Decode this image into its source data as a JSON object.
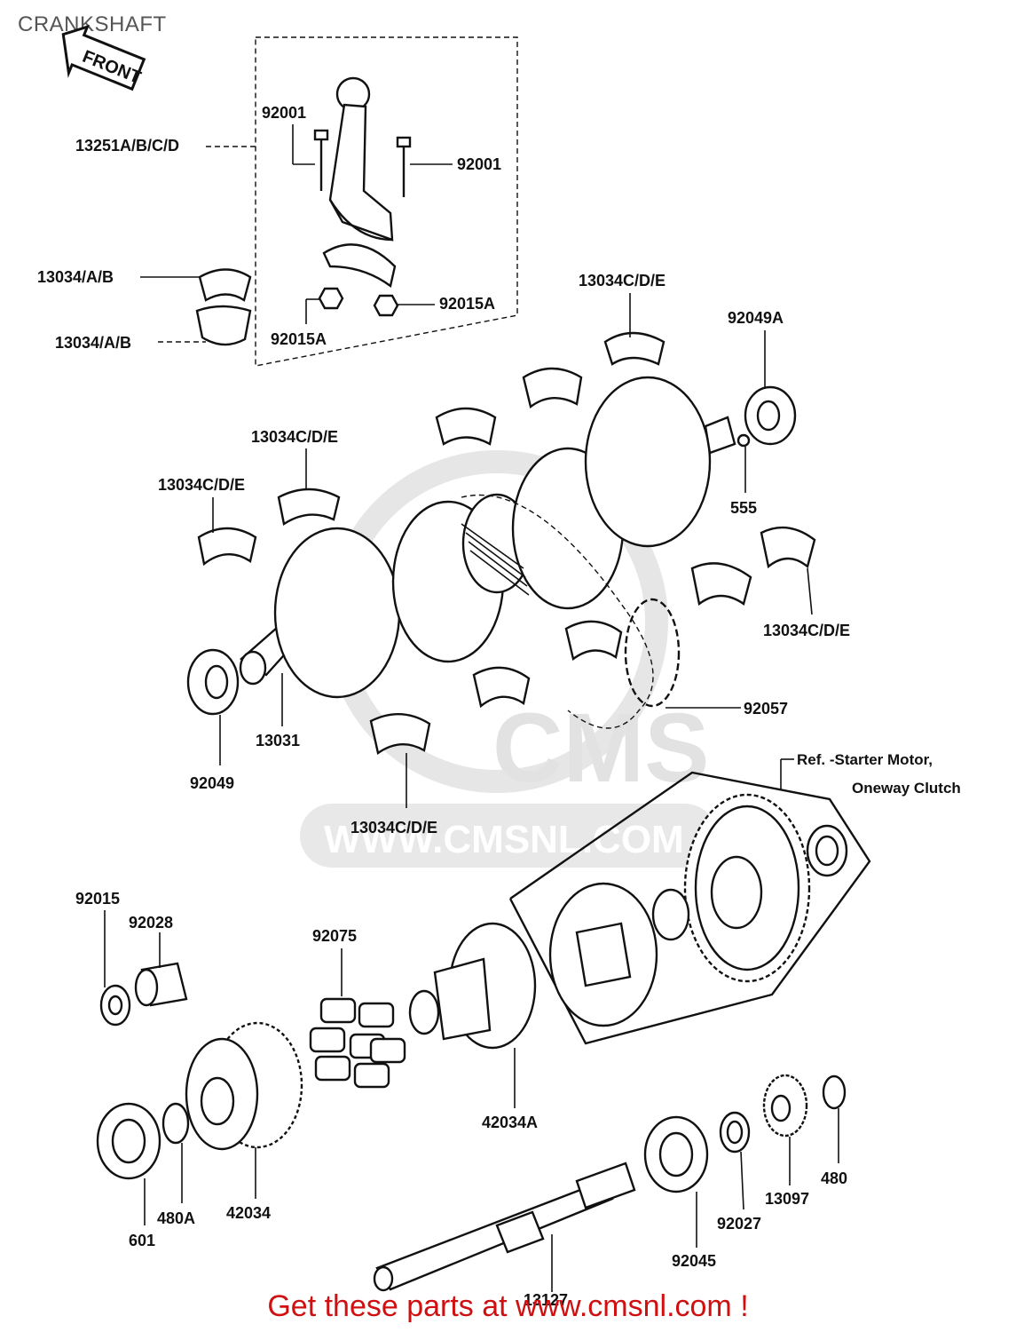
{
  "title": "CRANKSHAFT",
  "front_badge": "FRONT",
  "watermark": {
    "logo": "CMS",
    "site": "WWW.CMSNL.COM"
  },
  "footer_text": "Get these parts at www.cmsnl.com !",
  "labels": {
    "l_13251": "13251A/B/C/D",
    "l_92001_a": "92001",
    "l_92001_b": "92001",
    "l_13034ab_1": "13034/A/B",
    "l_13034ab_2": "13034/A/B",
    "l_92015a_1": "92015A",
    "l_92015a_2": "92015A",
    "l_13034cde_top": "13034C/D/E",
    "l_92049a": "92049A",
    "l_13034cde_mid": "13034C/D/E",
    "l_13034cde_left": "13034C/D/E",
    "l_555": "555",
    "l_13034cde_right": "13034C/D/E",
    "l_92057": "92057",
    "l_13031": "13031",
    "l_92049": "92049",
    "l_13034cde_bottom": "13034C/D/E",
    "l_ref_1": "Ref.  -Starter Motor,",
    "l_ref_2": "Oneway Clutch",
    "l_92015": "92015",
    "l_92028": "92028",
    "l_92075": "92075",
    "l_42034a": "42034A",
    "l_480": "480",
    "l_13097": "13097",
    "l_92027": "92027",
    "l_480a": "480A",
    "l_42034": "42034",
    "l_601": "601",
    "l_92045": "92045",
    "l_13127": "13127"
  },
  "colors": {
    "ink": "#111111",
    "footer": "#d01010",
    "watermark": "#e2e2e2"
  }
}
